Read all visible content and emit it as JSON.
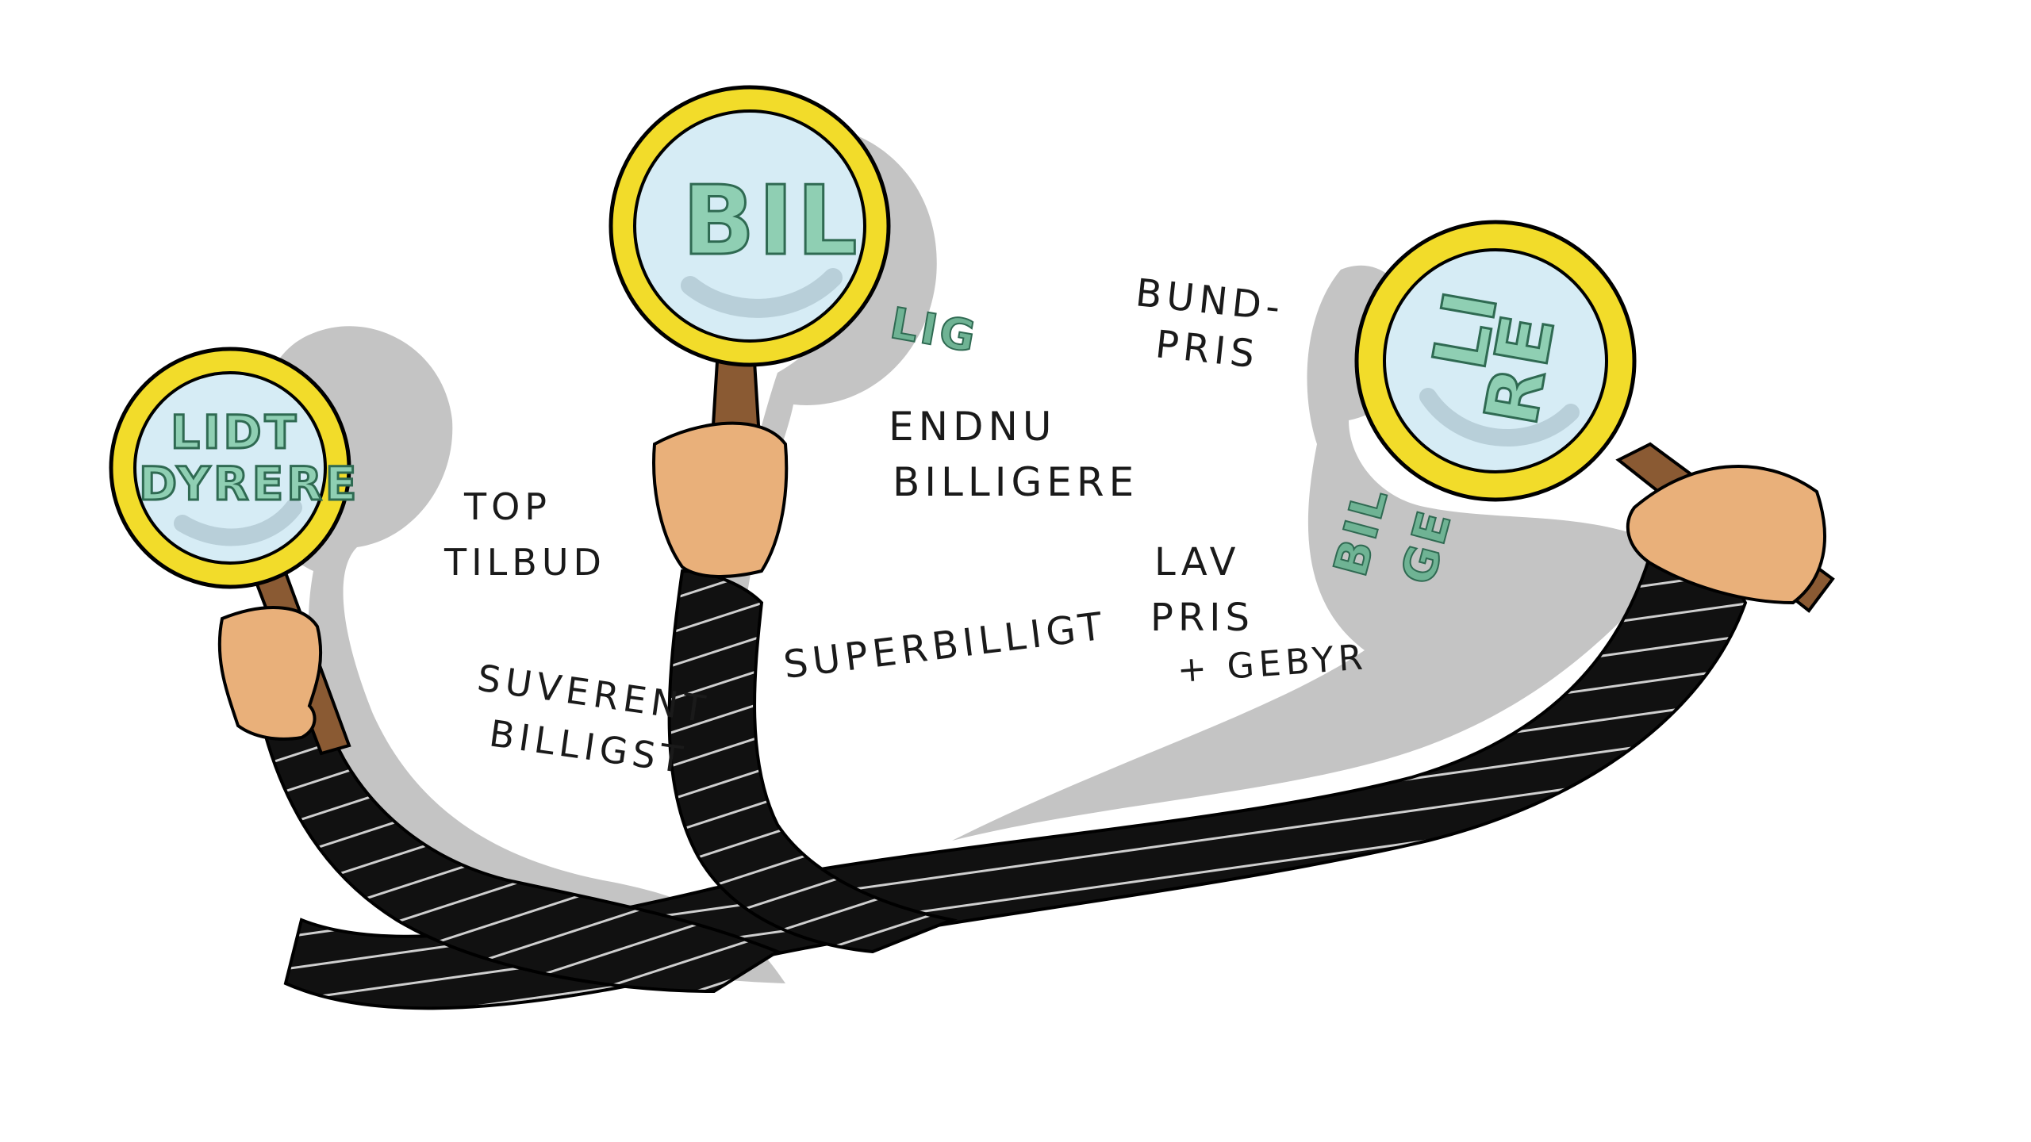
{
  "lens_words": {
    "left_line1": "LIDT",
    "left_line2": "DYRERE",
    "middle": "BIL",
    "right_line1": "LI",
    "right_line2": "RE"
  },
  "overflow_words": {
    "middle_tail": "LIG",
    "right_line1": "BIL",
    "right_line2": "GE"
  },
  "labels": {
    "top_tilbud_1": "TOP",
    "top_tilbud_2": "TILBUD",
    "suverent_1": "SUVERENT",
    "suverent_2": "BILLIGST",
    "endnu_1": "ENDNU",
    "endnu_2": "BILLIGERE",
    "superbilligt": "SUPERBILLIGT",
    "bundpris_1": "BUND-",
    "bundpris_2": "PRIS",
    "lavpris_1": "LAV",
    "lavpris_2": "PRIS",
    "lavpris_3": "+ GEBYR"
  },
  "colors": {
    "lens_ring": "#f2dc2a",
    "lens_glass": "#d6ecf5",
    "handle": "#8a5a33",
    "skin": "#e9b07a",
    "sleeve": "#111111",
    "shadow": "#c4c4c4",
    "green_text": "#6fb394"
  }
}
